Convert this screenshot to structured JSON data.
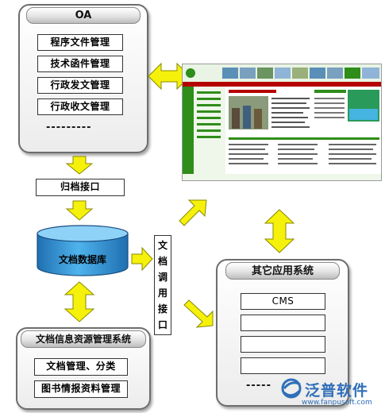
{
  "oa": {
    "title": "OA",
    "items": [
      "程序文件管理",
      "技术函件管理",
      "行政发文管理",
      "行政收文管理"
    ],
    "more": "---------"
  },
  "archive_interface": "归档接口",
  "database": "文档数据库",
  "doc_call_interface": [
    "文",
    "档",
    "调",
    "用",
    "接",
    "口"
  ],
  "doc_resource_system": {
    "title": "文档信息资源管理系统",
    "items": [
      "文档管理、分类",
      "图书情报资料管理"
    ]
  },
  "other_apps": {
    "title": "其它应用系统",
    "items": [
      "CMS",
      "",
      "",
      ""
    ],
    "more": "-----"
  },
  "logo": {
    "text": "泛普软件",
    "url": "www.fanpusoft.com"
  },
  "colors": {
    "arrow_fill": "#f5f10a",
    "arrow_stroke": "#8a8a00",
    "db_blue": "#3a9bd8",
    "web_green": "#2f8d1a",
    "web_red": "#b50000"
  }
}
